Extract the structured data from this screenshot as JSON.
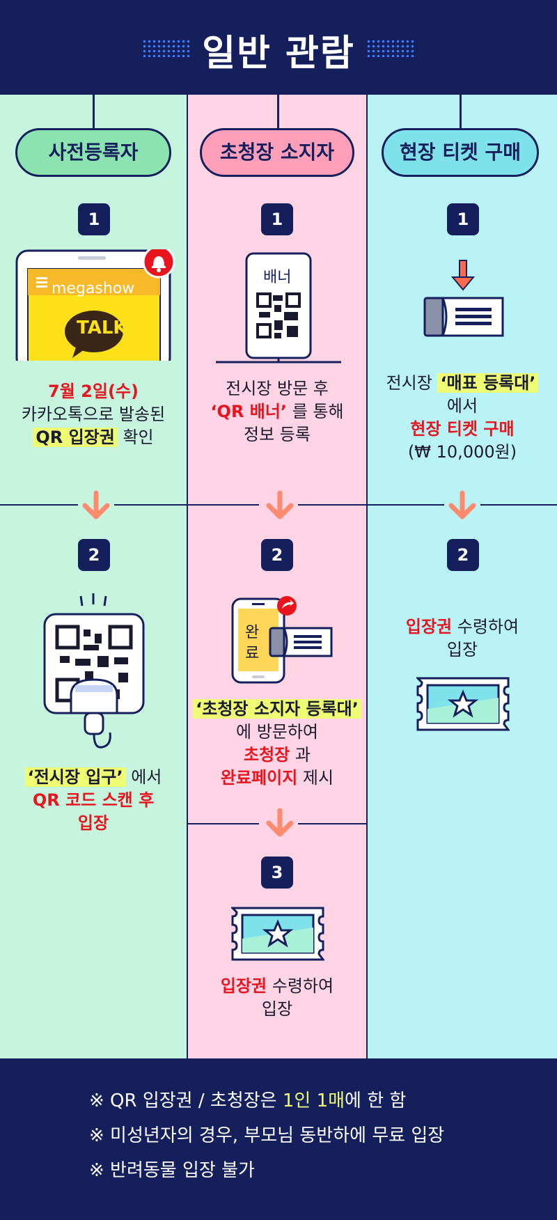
{
  "header": {
    "title": "일반 관람"
  },
  "columns": {
    "preregistered": {
      "title": "사전등록자",
      "step1": {
        "badge": "1",
        "app_name": "megashow",
        "talk_label": "TALK",
        "date": "7월 2일(수)",
        "line2": "카카오톡으로 발송된",
        "highlight": "QR 입장권",
        "line3_suffix": " 확인"
      },
      "step2": {
        "badge": "2",
        "highlight": "‘전시장 입구’",
        "line1_suffix": " 에서",
        "red1": "QR 코드 스캔 후",
        "red2": "입장"
      }
    },
    "invitation": {
      "title": "초청장 소지자",
      "step1": {
        "badge": "1",
        "banner_label": "배너",
        "line1": "전시장 방문 후",
        "red": "‘QR 배너’",
        "line2_suffix": " 를 통해",
        "line3": "정보 등록"
      },
      "step2": {
        "badge": "2",
        "screen_text1": "완",
        "screen_text2": "료",
        "highlight": "‘초청장 소지자 등록대’",
        "line2": "에 방문하여",
        "red1": "초청장",
        "line3_suffix": " 과",
        "red2": "완료페이지",
        "line4_suffix": " 제시"
      },
      "step3": {
        "badge": "3",
        "red": "입장권",
        "line1_suffix": " 수령하여",
        "line2": "입장"
      }
    },
    "onsite": {
      "title": "현장 티켓 구매",
      "step1": {
        "badge": "1",
        "line1_prefix": "전시장 ",
        "highlight": "‘매표 등록대’",
        "line2": "에서",
        "red": "현장 티켓 구매",
        "price": "(₩ 10,000원)"
      },
      "step2": {
        "badge": "2",
        "red": "입장권",
        "line1_suffix": " 수령하여",
        "line2": "입장"
      }
    }
  },
  "footer": {
    "note1_prefix": "※ QR 입장권 / 초청장은 ",
    "note1_highlight": "1인 1매",
    "note1_suffix": "에 한 함",
    "note2": "※ 미성년자의 경우, 부모님 동반하에 무료 입장",
    "note3": "※ 반려동물 입장 불가"
  },
  "colors": {
    "navy": "#141f5c",
    "mint": "#c6f4df",
    "pink": "#ffd4e4",
    "cyan": "#baf3f6",
    "red": "#e8141e",
    "highlight": "#eefc74",
    "arrow": "#ff8a6e"
  }
}
